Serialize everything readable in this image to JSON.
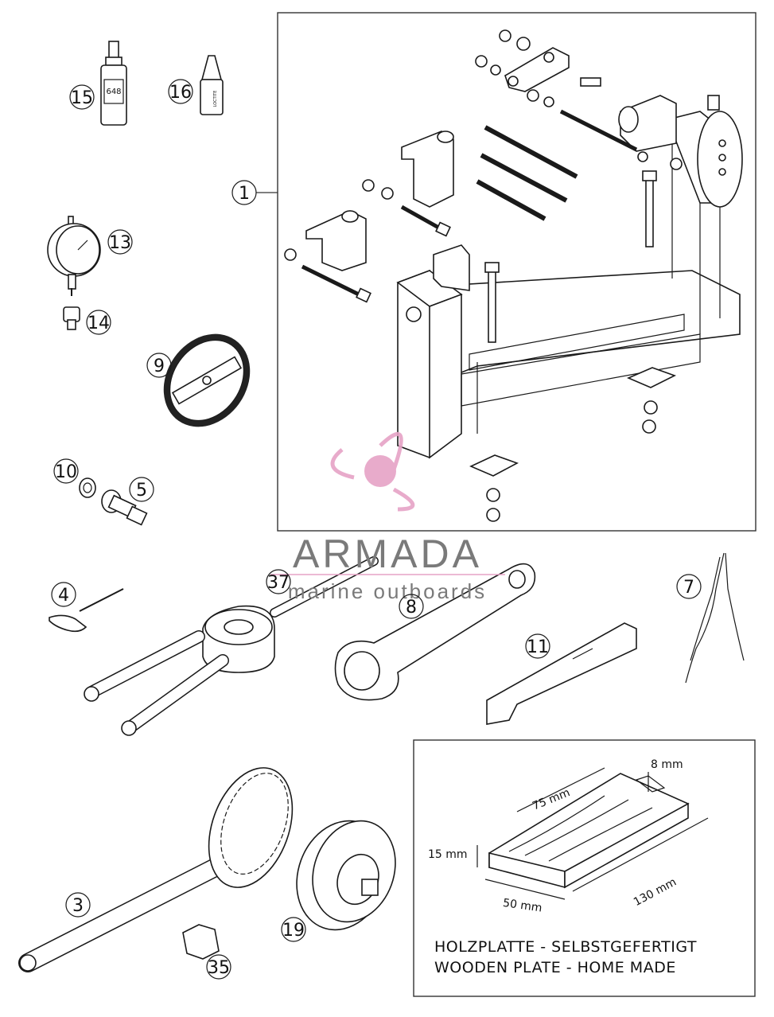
{
  "callouts": [
    {
      "id": "c1",
      "label": "1"
    },
    {
      "id": "c15",
      "label": "15"
    },
    {
      "id": "c16",
      "label": "16"
    },
    {
      "id": "c13",
      "label": "13"
    },
    {
      "id": "c14",
      "label": "14"
    },
    {
      "id": "c9",
      "label": "9"
    },
    {
      "id": "c10",
      "label": "10"
    },
    {
      "id": "c5",
      "label": "5"
    },
    {
      "id": "c4",
      "label": "4"
    },
    {
      "id": "c37",
      "label": "37"
    },
    {
      "id": "c8",
      "label": "8"
    },
    {
      "id": "c7",
      "label": "7"
    },
    {
      "id": "c11",
      "label": "11"
    },
    {
      "id": "c3",
      "label": "3"
    },
    {
      "id": "c19",
      "label": "19"
    },
    {
      "id": "c35",
      "label": "35"
    }
  ],
  "bottle_text": "648",
  "tube_text": "LOCTITE",
  "wooden_plate": {
    "dim_width": "75 mm",
    "dim_slot": "8 mm",
    "dim_height": "15 mm",
    "dim_length": "130 mm",
    "dim_depth": "50 mm",
    "caption_de": "HOLZPLATTE - SELBSTGEFERTIGT",
    "caption_en": "WOODEN PLATE - HOME MADE"
  },
  "watermark": {
    "brand": "ARMADA",
    "tagline": "marine outboards",
    "accent_color": "#e6a3c6",
    "text_color": "#7a7a7a"
  }
}
